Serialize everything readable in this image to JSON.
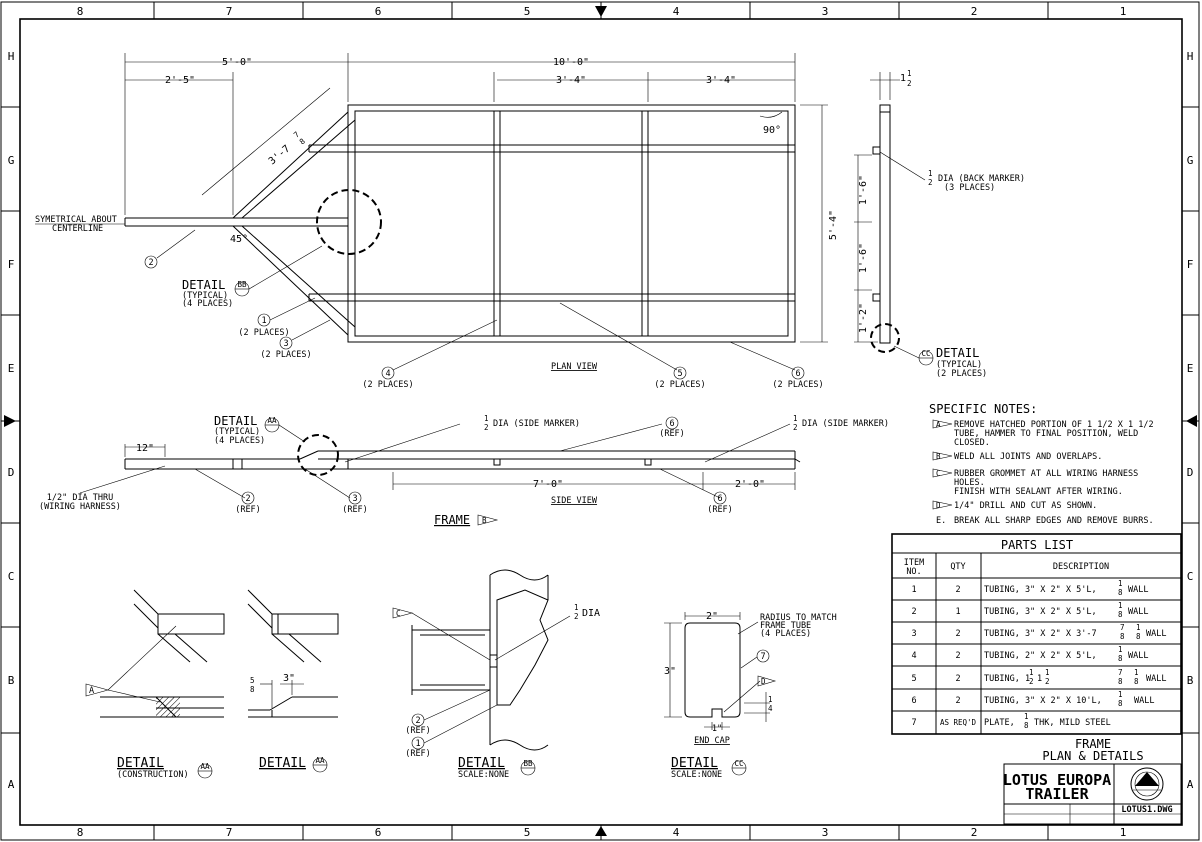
{
  "border": {
    "columns": [
      "8",
      "7",
      "6",
      "5",
      "4",
      "3",
      "2",
      "1"
    ],
    "rows": [
      "H",
      "G",
      "F",
      "E",
      "D",
      "C",
      "B",
      "A"
    ]
  },
  "plan_view": {
    "dims": {
      "overall_tongue": "5'-0\"",
      "tongue_stub": "2'-5\"",
      "frame_length": "10'-0\"",
      "bay_a": "3'-4\"",
      "bay_b": "3'-4\"",
      "frame_width": "5'-4\"",
      "angle_right": "90°",
      "angle_tongue": "45°",
      "diag_whole": "3'-7",
      "diag_num": "7",
      "diag_den": "8"
    },
    "symmetry_note_1": "SYMETRICAL ABOUT",
    "symmetry_note_2": "CENTERLINE",
    "callouts": [
      {
        "num": "2",
        "note": ""
      },
      {
        "num": "1",
        "note": "(2 PLACES)"
      },
      {
        "num": "3",
        "note": "(2 PLACES)"
      },
      {
        "num": "4",
        "note": "(2 PLACES)"
      },
      {
        "num": "5",
        "note": "(2 PLACES)"
      },
      {
        "num": "6",
        "note": "(2 PLACES)"
      }
    ],
    "detail_bb_word": "DETAIL",
    "detail_bb_id": "BB",
    "detail_bb_typical": "(TYPICAL)",
    "detail_bb_places": "(4 PLACES)",
    "title": "PLAN VIEW"
  },
  "side_elevation": {
    "dim_top_whole": "1",
    "dim_top_num": "1",
    "dim_top_den": "2",
    "dims": [
      "1'-6\"",
      "1'-6\"",
      "1'-2\""
    ],
    "marker_num": "1",
    "marker_den": "2",
    "marker_note_1": "DIA (BACK MARKER)",
    "marker_note_2": "(3 PLACES)",
    "detail_cc_word": "DETAIL",
    "detail_cc_id": "CC",
    "detail_cc_typical": "(TYPICAL)",
    "detail_cc_places": "(2 PLACES)"
  },
  "side_view": {
    "detail_aa_word": "DETAIL",
    "detail_aa_id": "AA",
    "detail_aa_typical": "(TYPICAL)",
    "detail_aa_places": "(4 PLACES)",
    "dim_left": "12\"",
    "dim_mid": "7'-0\"",
    "dim_right": "2'-0\"",
    "marker_num": "1",
    "marker_den": "2",
    "marker_note": "DIA (SIDE MARKER)",
    "marker_note_2": "DIA (SIDE MARKER)",
    "drill_note_1": "1/2\" DIA THRU",
    "drill_note_2": "(WIRING HARNESS)",
    "ref": "(REF)",
    "callouts": [
      "6",
      "2",
      "3",
      "6"
    ],
    "title": "SIDE VIEW",
    "frame_label": "FRAME",
    "frame_mark": "B"
  },
  "specific_notes": {
    "heading": "SPECIFIC NOTES:",
    "items": [
      {
        "mark": "A",
        "lines": [
          "REMOVE HATCHED PORTION OF 1 1/2 X 1 1/2",
          "TUBE, HAMMER TO FINAL POSITION, WELD",
          "CLOSED."
        ]
      },
      {
        "mark": "B",
        "lines": [
          "WELD ALL JOINTS AND OVERLAPS."
        ]
      },
      {
        "mark": "C",
        "lines": [
          "RUBBER GROMMET AT ALL WIRING HARNESS",
          "HOLES.",
          "FINISH WITH SEALANT AFTER WIRING."
        ]
      },
      {
        "mark": "D",
        "lines": [
          "1/4\" DRILL AND CUT AS SHOWN."
        ]
      },
      {
        "mark": "E.",
        "lines": [
          "BREAK ALL SHARP EDGES AND REMOVE BURRS."
        ]
      }
    ]
  },
  "parts_list": {
    "title": "PARTS LIST",
    "headers": {
      "item_1": "ITEM",
      "item_2": "NO.",
      "qty": "QTY",
      "desc": "DESCRIPTION"
    },
    "rows": [
      {
        "item": "1",
        "qty": "2",
        "desc": "TUBING, 3\" X 2\" X 5'L,",
        "wall": "WALL"
      },
      {
        "item": "2",
        "qty": "1",
        "desc": "TUBING, 3\" X 2\" X 5'L,",
        "wall": "WALL"
      },
      {
        "item": "3",
        "qty": "2",
        "desc": "TUBING, 3\" X 2\" X 3'-7",
        "wall": "WALL"
      },
      {
        "item": "4",
        "qty": "2",
        "desc": "TUBING, 2\" X 2\" X 5'L,",
        "wall": "WALL"
      },
      {
        "item": "5",
        "qty": "2",
        "desc": "TUBING, 1",
        "wall": "WALL"
      },
      {
        "item": "6",
        "qty": "2",
        "desc": "TUBING, 3\" X 2\" X 10'L,",
        "wall": "WALL"
      },
      {
        "item": "7",
        "qty": "AS REQ'D",
        "desc": "PLATE,",
        "wall": "THK, MILD STEEL"
      }
    ],
    "frac_num": "1",
    "frac_den": "8"
  },
  "details": {
    "construction": {
      "word": "DETAIL",
      "sub": "(CONSTRUCTION)",
      "id": "AA",
      "mark": "A"
    },
    "aa": {
      "word": "DETAIL",
      "id": "AA",
      "dim_5_num": "5",
      "dim_5_den": "8",
      "dim_3": "3\""
    },
    "bb": {
      "word": "DETAIL",
      "sub": "SCALE:NONE",
      "id": "BB",
      "dia_num": "1",
      "dia_den": "2",
      "dia": "DIA",
      "ref": "(REF)",
      "mark": "C",
      "callouts": [
        "2",
        "1"
      ]
    },
    "cc": {
      "word": "DETAIL",
      "sub": "SCALE:NONE",
      "id": "CC",
      "dim_w": "2\"",
      "dim_h": "3\"",
      "dim_1": "1\"",
      "dim_q_num": "1",
      "dim_q_den": "4",
      "radius_1": "RADIUS TO MATCH",
      "radius_2": "FRAME TUBE",
      "radius_3": "(4 PLACES)",
      "end_cap": "END CAP",
      "mark": "D",
      "callout": "7"
    }
  },
  "title_block": {
    "sheet_title_1": "FRAME",
    "sheet_title_2": "PLAN & DETAILS",
    "project_1": "LOTUS EUROPA",
    "project_2": "TRAILER",
    "dwg_no": "LOTUS1.DWG"
  }
}
